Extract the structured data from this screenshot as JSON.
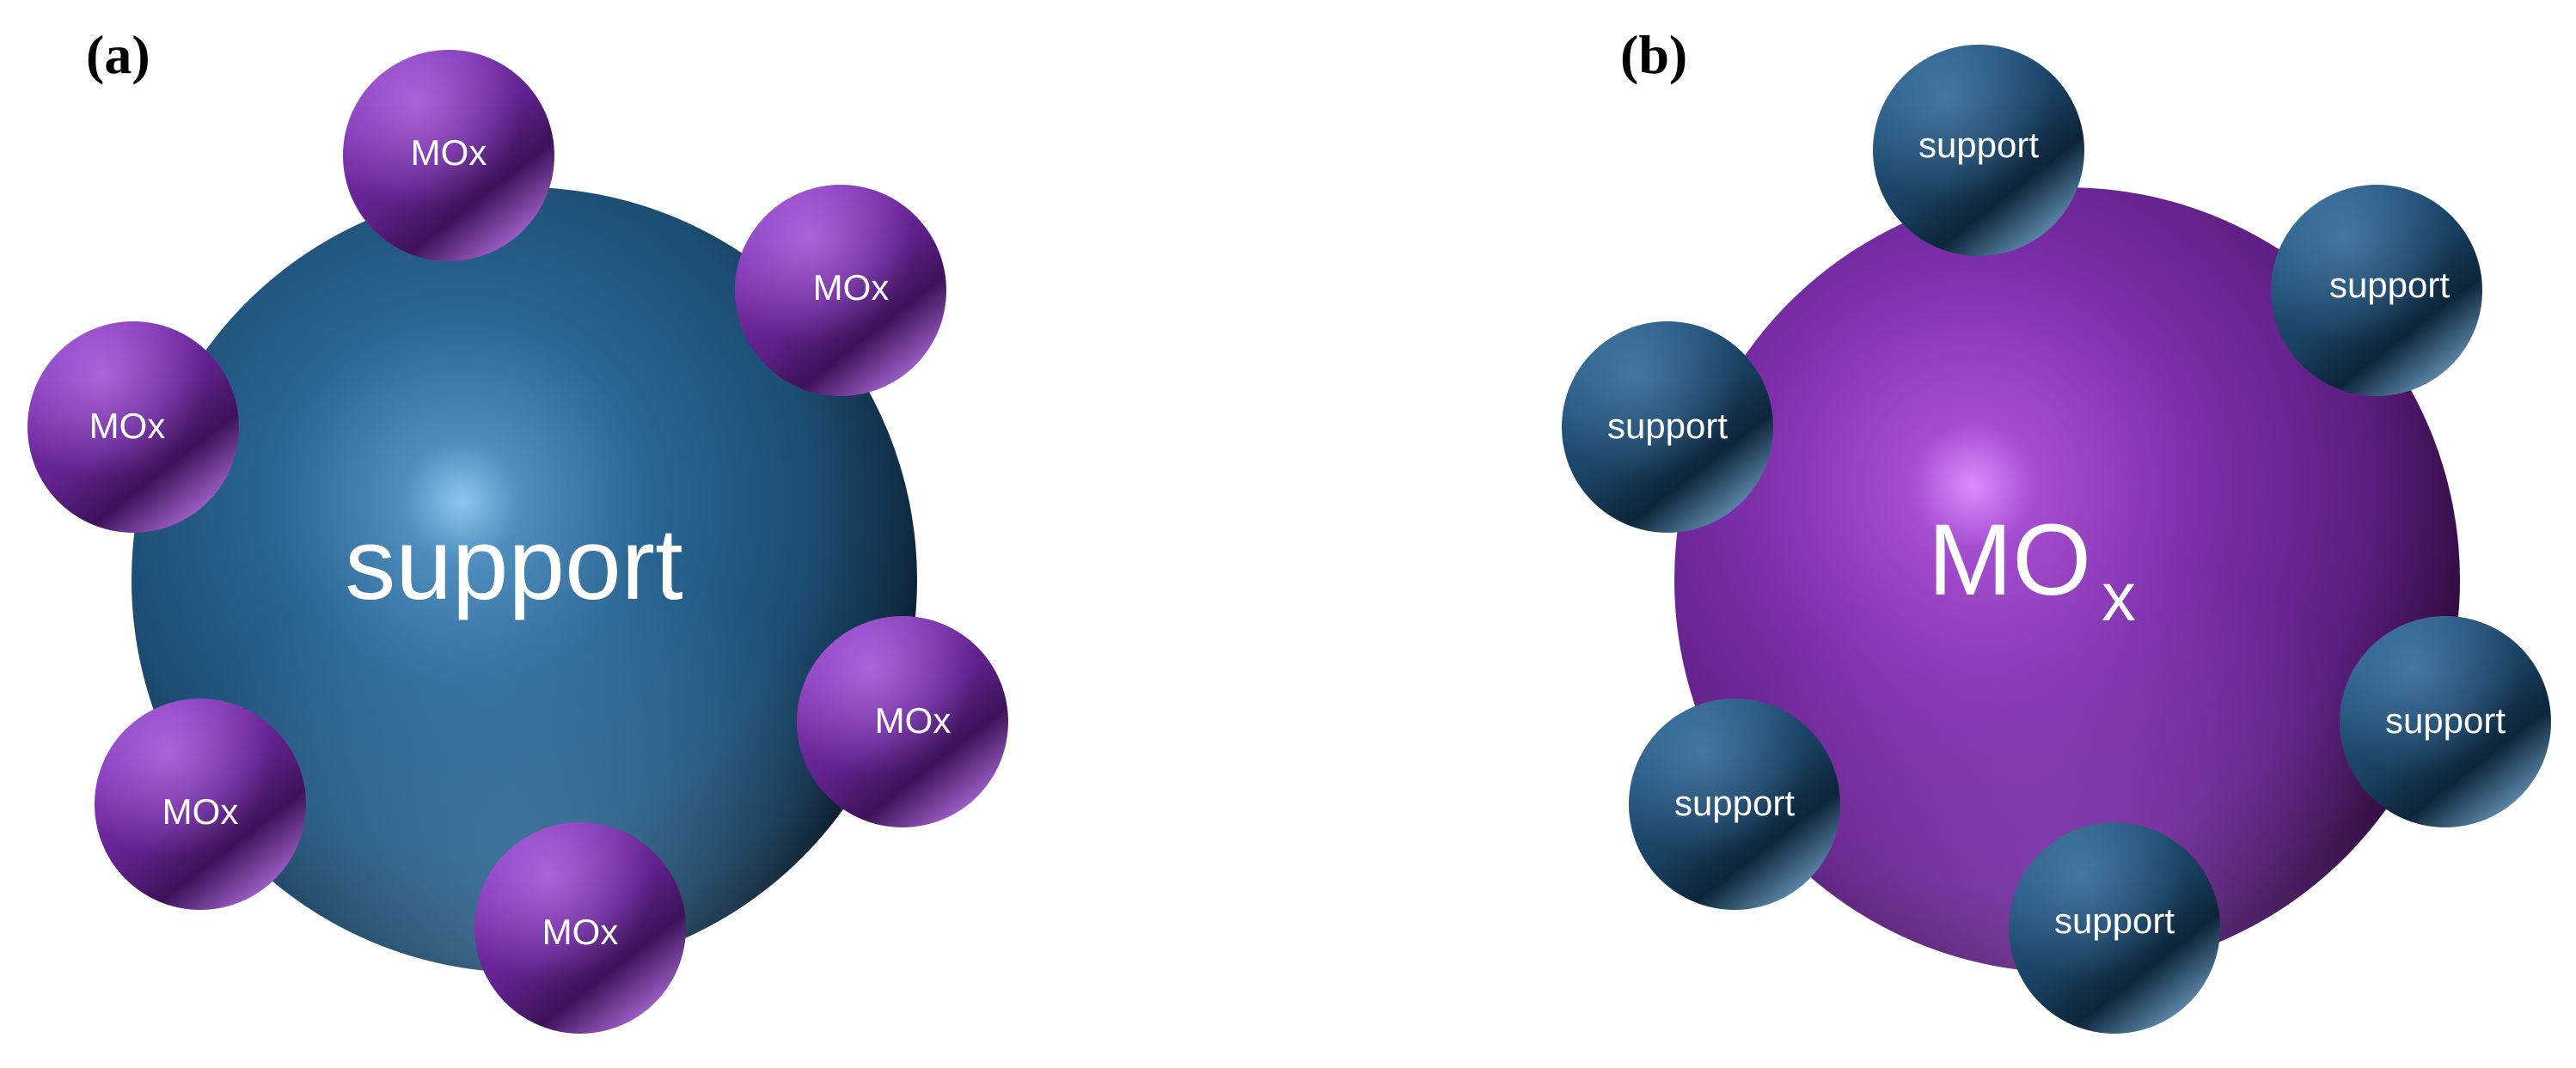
{
  "panels": [
    {
      "label": "(a)",
      "core": {
        "text": "support",
        "subscript": "",
        "color": "#1d4f75"
      },
      "satellites": {
        "text": "MOx",
        "color": "#7b2fa6",
        "items": [
          "MOx",
          "MOx",
          "MOx",
          "MOx",
          "MOx",
          "MOx"
        ]
      }
    },
    {
      "label": "(b)",
      "core": {
        "text": "MO",
        "subscript": "x",
        "color": "#7b2fa6"
      },
      "satellites": {
        "text": "support",
        "color": "#1d4f75",
        "items": [
          "support",
          "support",
          "support",
          "support",
          "support",
          "support"
        ]
      }
    }
  ]
}
